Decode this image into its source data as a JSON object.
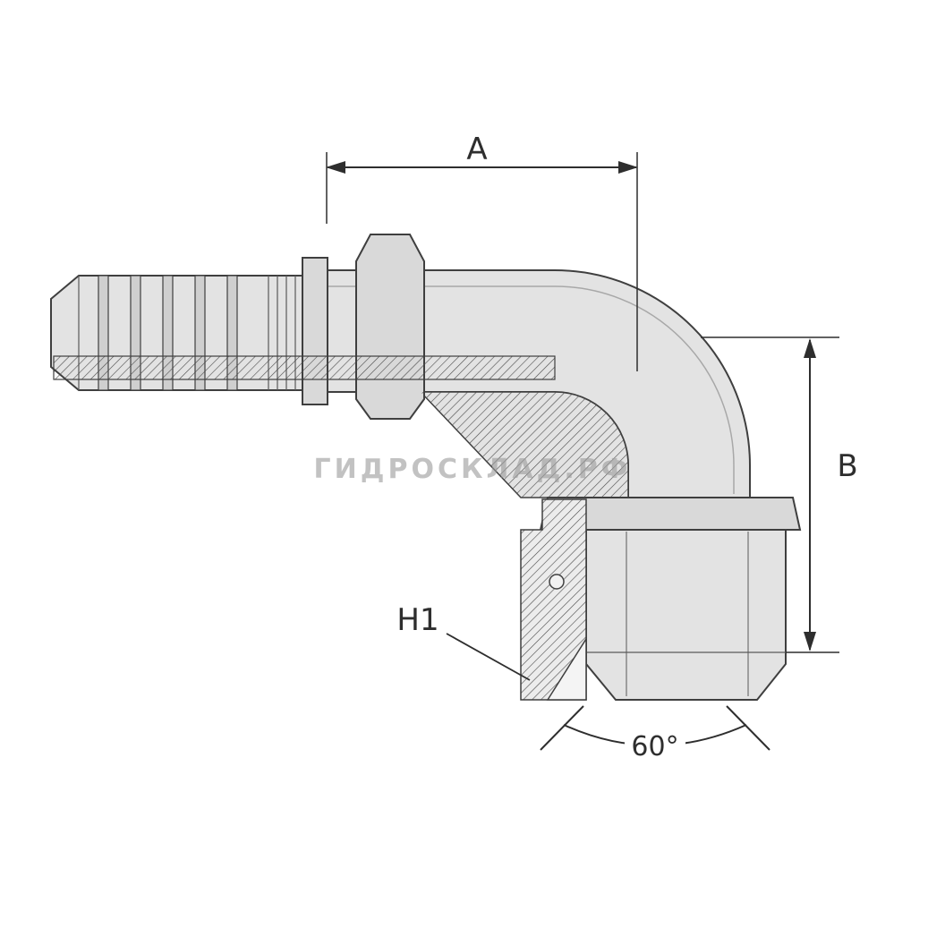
{
  "diagram": {
    "kind": "technical-drawing",
    "watermark": "ГИДРОСКЛАД.РФ",
    "dimensions": {
      "a": "A",
      "b": "B",
      "h1": "H1",
      "cone_angle": "60°"
    },
    "colors": {
      "outline": "#3f3f3f",
      "dimension_line": "#2e2e2e",
      "body_fill": "#e3e3e3",
      "body_fill_dark": "#d9d9d9",
      "hatch_line": "#4a4a4a",
      "watermark": "#9b9b9b",
      "background": "#ffffff"
    }
  }
}
